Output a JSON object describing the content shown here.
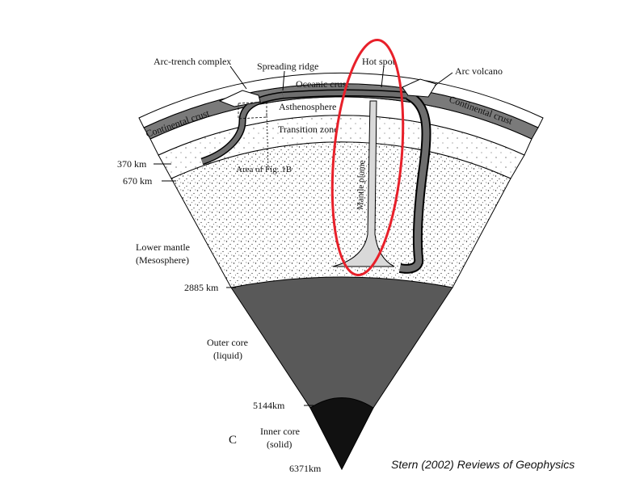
{
  "labels": {
    "arc_trench_complex": "Arc-trench complex",
    "spreading_ridge": "Spreading ridge",
    "hot_spot": "Hot spot",
    "arc_volcano": "Arc volcano",
    "oceanic_crust": "Oceanic crust",
    "asthenosphere": "Asthenosphere",
    "transition_zone": "Transition zone",
    "continental_crust_left": "Continental crust",
    "continental_crust_right": "Continental crust",
    "area_of_fig": "Area of Fig. 1B",
    "mantle_plume": "Mantle plume",
    "lower_mantle": "Lower mantle",
    "mesosphere": "(Mesosphere)",
    "outer_core": "Outer core",
    "outer_core_state": "(liquid)",
    "inner_core": "Inner core",
    "inner_core_state": "(solid)",
    "panel_letter": "C"
  },
  "depths": {
    "d370": "370 km",
    "d670": "670 km",
    "d2885": "2885 km",
    "d5144": "5144km",
    "d6371": "6371km"
  },
  "credit": "Stern (2002) Reviews of Geophysics",
  "colors": {
    "highlight": "#e8202a",
    "slab": "#6e6e6e",
    "outer_core": "#595959",
    "inner_core": "#111111",
    "plume": "#d9d9d9"
  }
}
